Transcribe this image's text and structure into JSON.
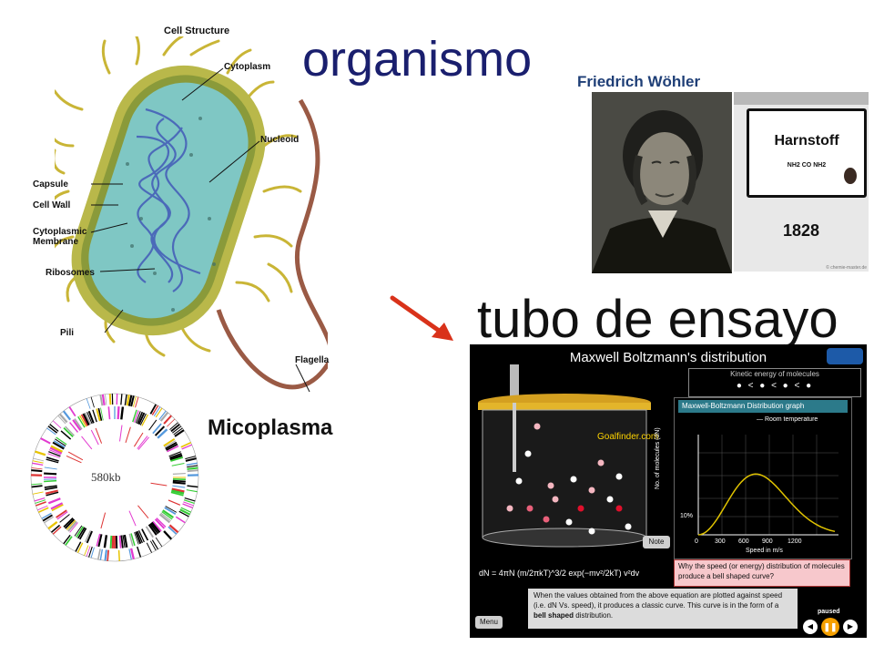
{
  "titles": {
    "organismo": "organismo",
    "tubo": "tubo de ensayo",
    "wohler": "Friedrich Wöhler",
    "micoplasma": "Micoplasma"
  },
  "cell_diagram": {
    "heading": "Cell Structure",
    "labels": {
      "cytoplasm": "Cytoplasm",
      "nucleoid": "Nucleoid",
      "capsule": "Capsule",
      "cell_wall": "Cell Wall",
      "cytoplasmic_membrane": "Cytoplasmic\nMembrane",
      "ribosomes": "Ribosomes",
      "pili": "Pili",
      "flagella": "Flagella"
    }
  },
  "genome_map": {
    "size": "580kb"
  },
  "bottle": {
    "name": "Harnstoff",
    "formula": "NH2 CO NH2",
    "year": "1828",
    "credit": "© chemie-master.de"
  },
  "simulation": {
    "title": "Maxwell Boltzmann's distribution",
    "kinetic_title": "Kinetic energy of molecules",
    "kinetic_seq": "● < ● < ● < ●",
    "kinetic_colors": [
      "#ffffff",
      "#f4b6c0",
      "#e8607a",
      "#e0102c"
    ],
    "graph_title": "Maxwell-Boltzmann Distribution graph",
    "legend": "— Room temperature",
    "ylabel": "No. of molecules (dN)",
    "xlabel": "Speed in m/s",
    "xticks": [
      "0",
      "300",
      "600",
      "900",
      "1200"
    ],
    "ytick": "10%",
    "watermark": "Goalfinder.com",
    "note": "Note",
    "question": "Why the speed (or energy) distribution of molecules produce a bell shaped curve?",
    "explanation_pre": "When the values obtained from the above equation are plotted against speed (i.e. dN Vs. speed), it produces a classic curve. This curve is in the form of a ",
    "explanation_bold": "bell shaped",
    "explanation_post": " distribution.",
    "equation": "dN = 4πN (m/2πkT)^3/2 exp(−mv²/2kT) v²dv",
    "menu": "Menu",
    "paused": "paused",
    "curve_color": "#e0c300"
  },
  "colors": {
    "organismo": "#1a1f6e",
    "wohler": "#1f3f77",
    "arrow": "#d9321a"
  }
}
